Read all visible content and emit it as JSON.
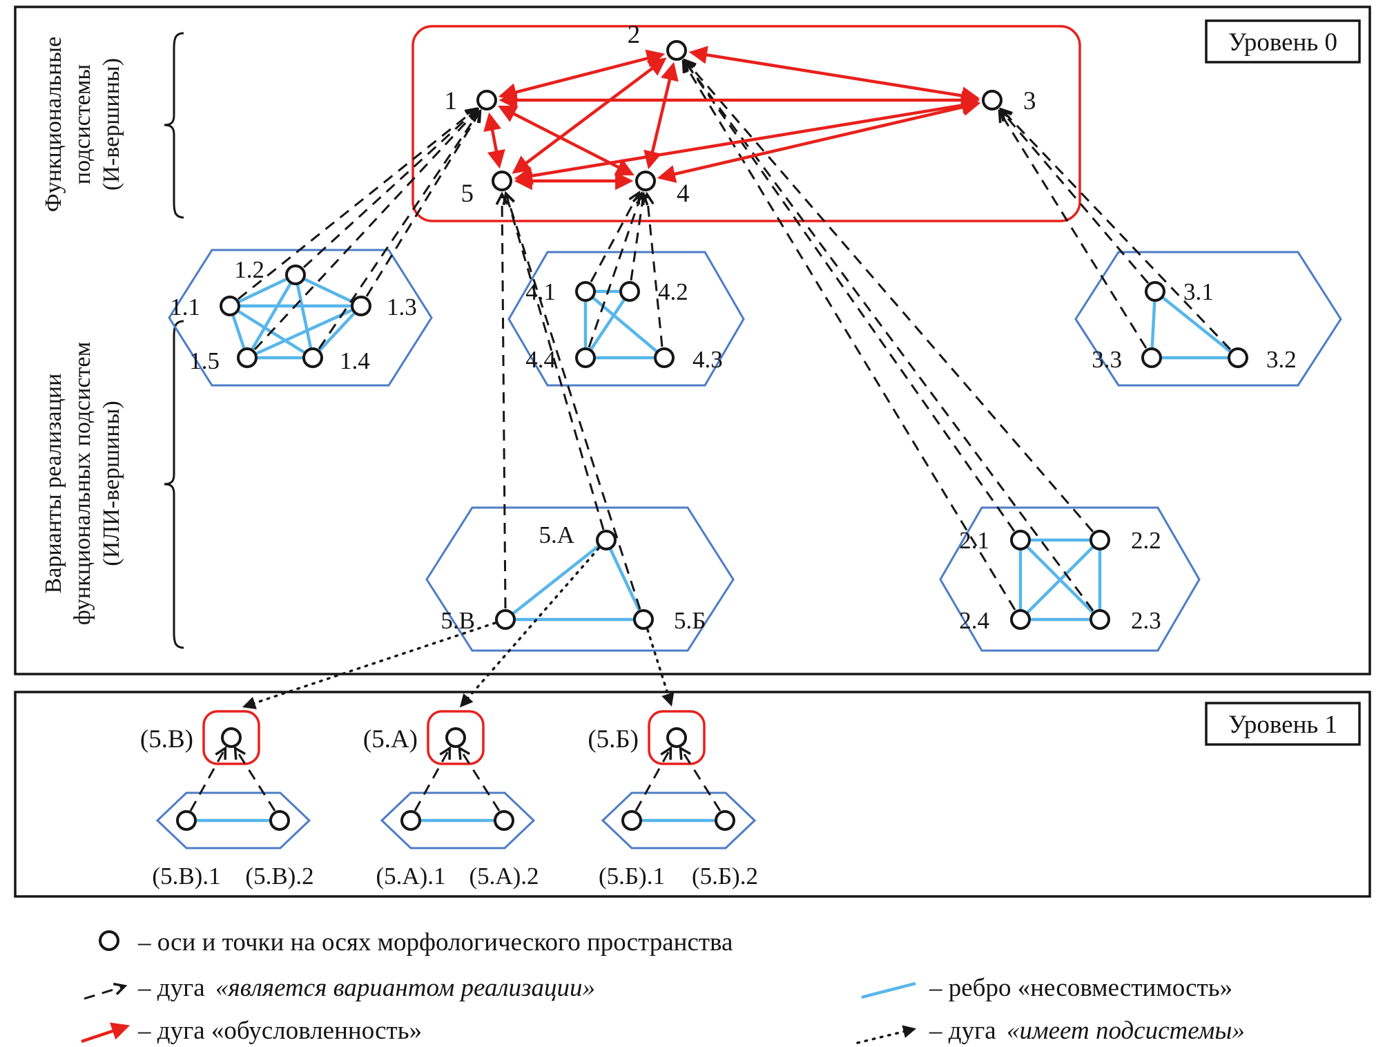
{
  "colors": {
    "red": "#e8201c",
    "blue_edge": "#57b6ea",
    "blue_outline": "#4d7cc7",
    "line": "#161616"
  },
  "level0": {
    "title": "Уровень 0",
    "side_label_and": [
      "Функциональные",
      "подсистемы",
      "(И-вершины)"
    ],
    "side_label_or": [
      "Варианты реализации",
      "функциональных подсистем",
      "(ИЛИ-вершины)"
    ],
    "and_nodes": {
      "n1": "1",
      "n2": "2",
      "n3": "3",
      "n4": "4",
      "n5": "5"
    },
    "variants": {
      "v11": "1.1",
      "v12": "1.2",
      "v13": "1.3",
      "v14": "1.4",
      "v15": "1.5",
      "v21": "2.1",
      "v22": "2.2",
      "v23": "2.3",
      "v24": "2.4",
      "v31": "3.1",
      "v32": "3.2",
      "v33": "3.3",
      "v41": "4.1",
      "v42": "4.2",
      "v43": "4.3",
      "v44": "4.4",
      "v5a": "5.А",
      "v5b": "5.Б",
      "v5v": "5.В"
    }
  },
  "level1": {
    "title": "Уровень 1",
    "g_v": {
      "name": "(5.В)",
      "s1": "(5.В).1",
      "s2": "(5.В).2"
    },
    "g_a": {
      "name": "(5.А)",
      "s1": "(5.А).1",
      "s2": "(5.А).2"
    },
    "g_b": {
      "name": "(5.Б)",
      "s1": "(5.Б).1",
      "s2": "(5.Б).2"
    }
  },
  "legend": {
    "axes": "– оси и точки на осях морфологического пространства",
    "arc_variant_pre": "– дуга",
    "arc_variant_quoted": "«является вариантом реализации»",
    "arc_conditioning": "– дуга «обусловленность»",
    "edge_incompatibility": "– ребро «несовместимость»",
    "arc_subsystems_pre": "– дуга",
    "arc_subsystems_quoted": "«имеет подсистемы»"
  }
}
